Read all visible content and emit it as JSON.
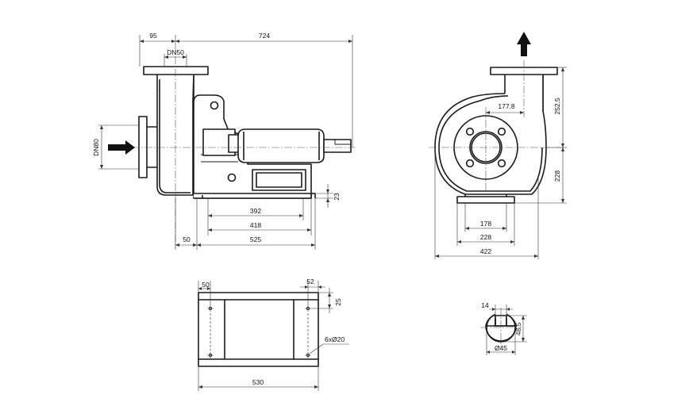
{
  "side_view": {
    "dim_95": "95",
    "dim_724": "724",
    "dim_dn50": "DN50",
    "dim_dn80": "DN80",
    "dim_23": "23",
    "dim_392": "392",
    "dim_418": "418",
    "dim_50": "50",
    "dim_525": "525"
  },
  "front_view": {
    "dim_177_8": "177.8",
    "dim_252_5": "252.5",
    "dim_228_right": "228",
    "dim_178": "178",
    "dim_228_bottom": "228",
    "dim_422": "422"
  },
  "base_plan": {
    "dim_50": "50",
    "dim_52": "52",
    "dim_25": "25",
    "dim_holes": "6xØ20",
    "dim_530": "530"
  },
  "shaft_section": {
    "dim_14": "14",
    "dim_48_5": "48.5",
    "dim_dia45": "Ø45"
  }
}
